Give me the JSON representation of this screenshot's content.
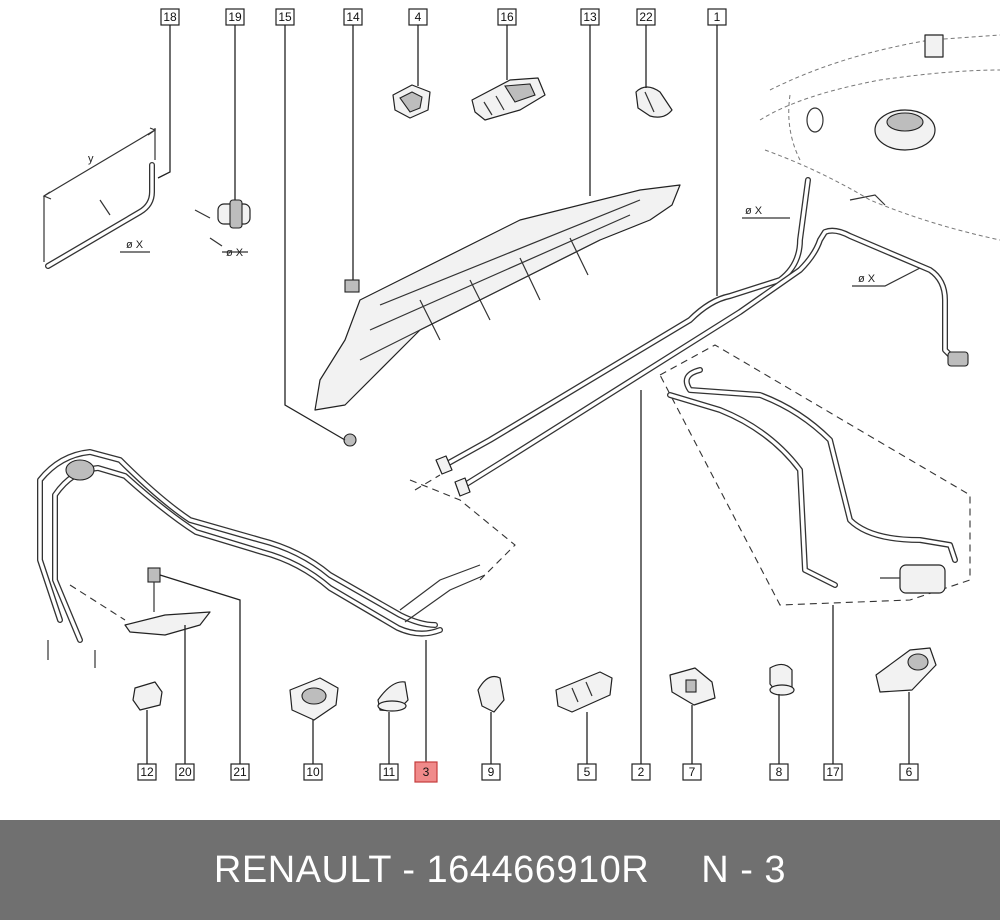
{
  "callouts": {
    "c18": "18",
    "c19": "19",
    "c15": "15",
    "c14": "14",
    "c4": "4",
    "c16": "16",
    "c13": "13",
    "c22": "22",
    "c1": "1",
    "c2": "2",
    "c3": "3",
    "c5": "5",
    "c6": "6",
    "c7": "7",
    "c8": "8",
    "c9": "9",
    "c10": "10",
    "c11": "11",
    "c12": "12",
    "c17": "17",
    "c20": "20",
    "c21": "21"
  },
  "dimensions": {
    "length": "y",
    "diameter_pipe18": "ø X",
    "diameter_part19": "ø X",
    "diameter_pipe1": "ø X",
    "diameter_pipe_right": "ø X"
  },
  "footer": {
    "brand_part": "RENAULT - 164466910R",
    "position": "N - 3"
  },
  "colors": {
    "highlight": "#f08a8a",
    "footer_bg": "#707070"
  }
}
